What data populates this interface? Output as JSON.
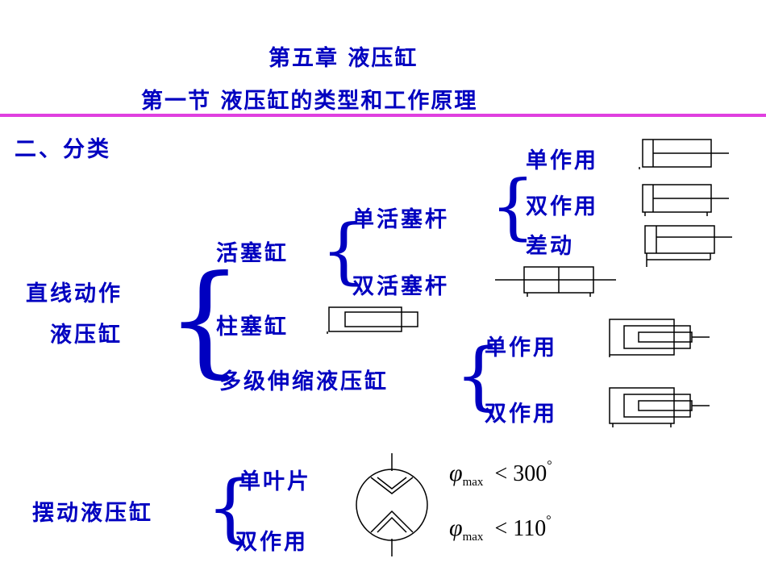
{
  "header": {
    "chapter_title": "第五章  液压缸",
    "section_title": "第一节  液压缸的类型和工作原理"
  },
  "section_heading": "二、分类",
  "tree": {
    "linear": {
      "line1": "直线动作",
      "line2": "液压缸"
    },
    "piston": "活塞缸",
    "single_rod": "单活塞杆",
    "single_acting": "单作用",
    "double_acting": "双作用",
    "differential": "差动",
    "double_rod": "双活塞杆",
    "plunger": "柱塞缸",
    "telescopic": "多级伸缩液压缸",
    "tele_single": "单作用",
    "tele_double": "双作用"
  },
  "swing": {
    "label": "摆动液压缸",
    "single_vane": "单叶片",
    "double_vane": "双作用",
    "formula1": {
      "symbol": "φ",
      "sub": "max",
      "op": "<",
      "value": "300",
      "unit": "°"
    },
    "formula2": {
      "symbol": "φ",
      "sub": "max",
      "op": "<",
      "value": "110",
      "unit": "°"
    }
  },
  "colors": {
    "text": "#0000c0",
    "rule": "#e040e0"
  }
}
